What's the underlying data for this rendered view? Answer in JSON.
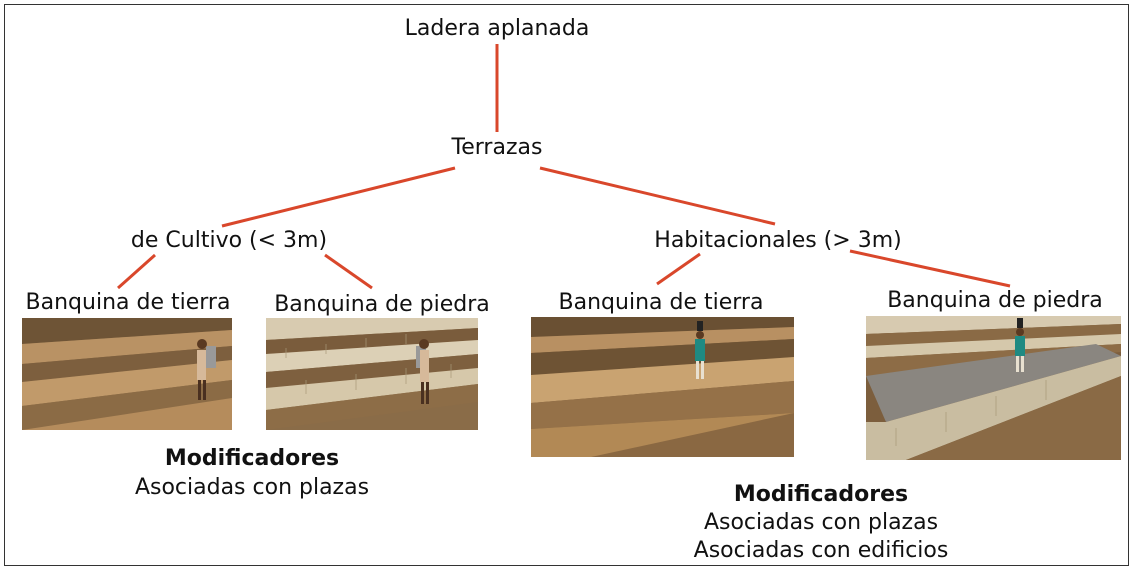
{
  "colors": {
    "line": "#d9472b",
    "text": "#111111"
  },
  "root": "Ladera aplanada",
  "level1": "Terrazas",
  "cultivo": {
    "label": "de Cultivo (< 3m)",
    "left": "Banquina de tierra",
    "right": "Banquina de piedra",
    "mod_title": "Modificadores",
    "mod_items": [
      "Asociadas con plazas"
    ]
  },
  "habitacional": {
    "label": "Habitacionales (> 3m)",
    "left": "Banquina de tierra",
    "right": "Banquina de piedra",
    "mod_title": "Modificadores",
    "mod_items": [
      "Asociadas con plazas",
      "Asociadas con edificios"
    ]
  }
}
